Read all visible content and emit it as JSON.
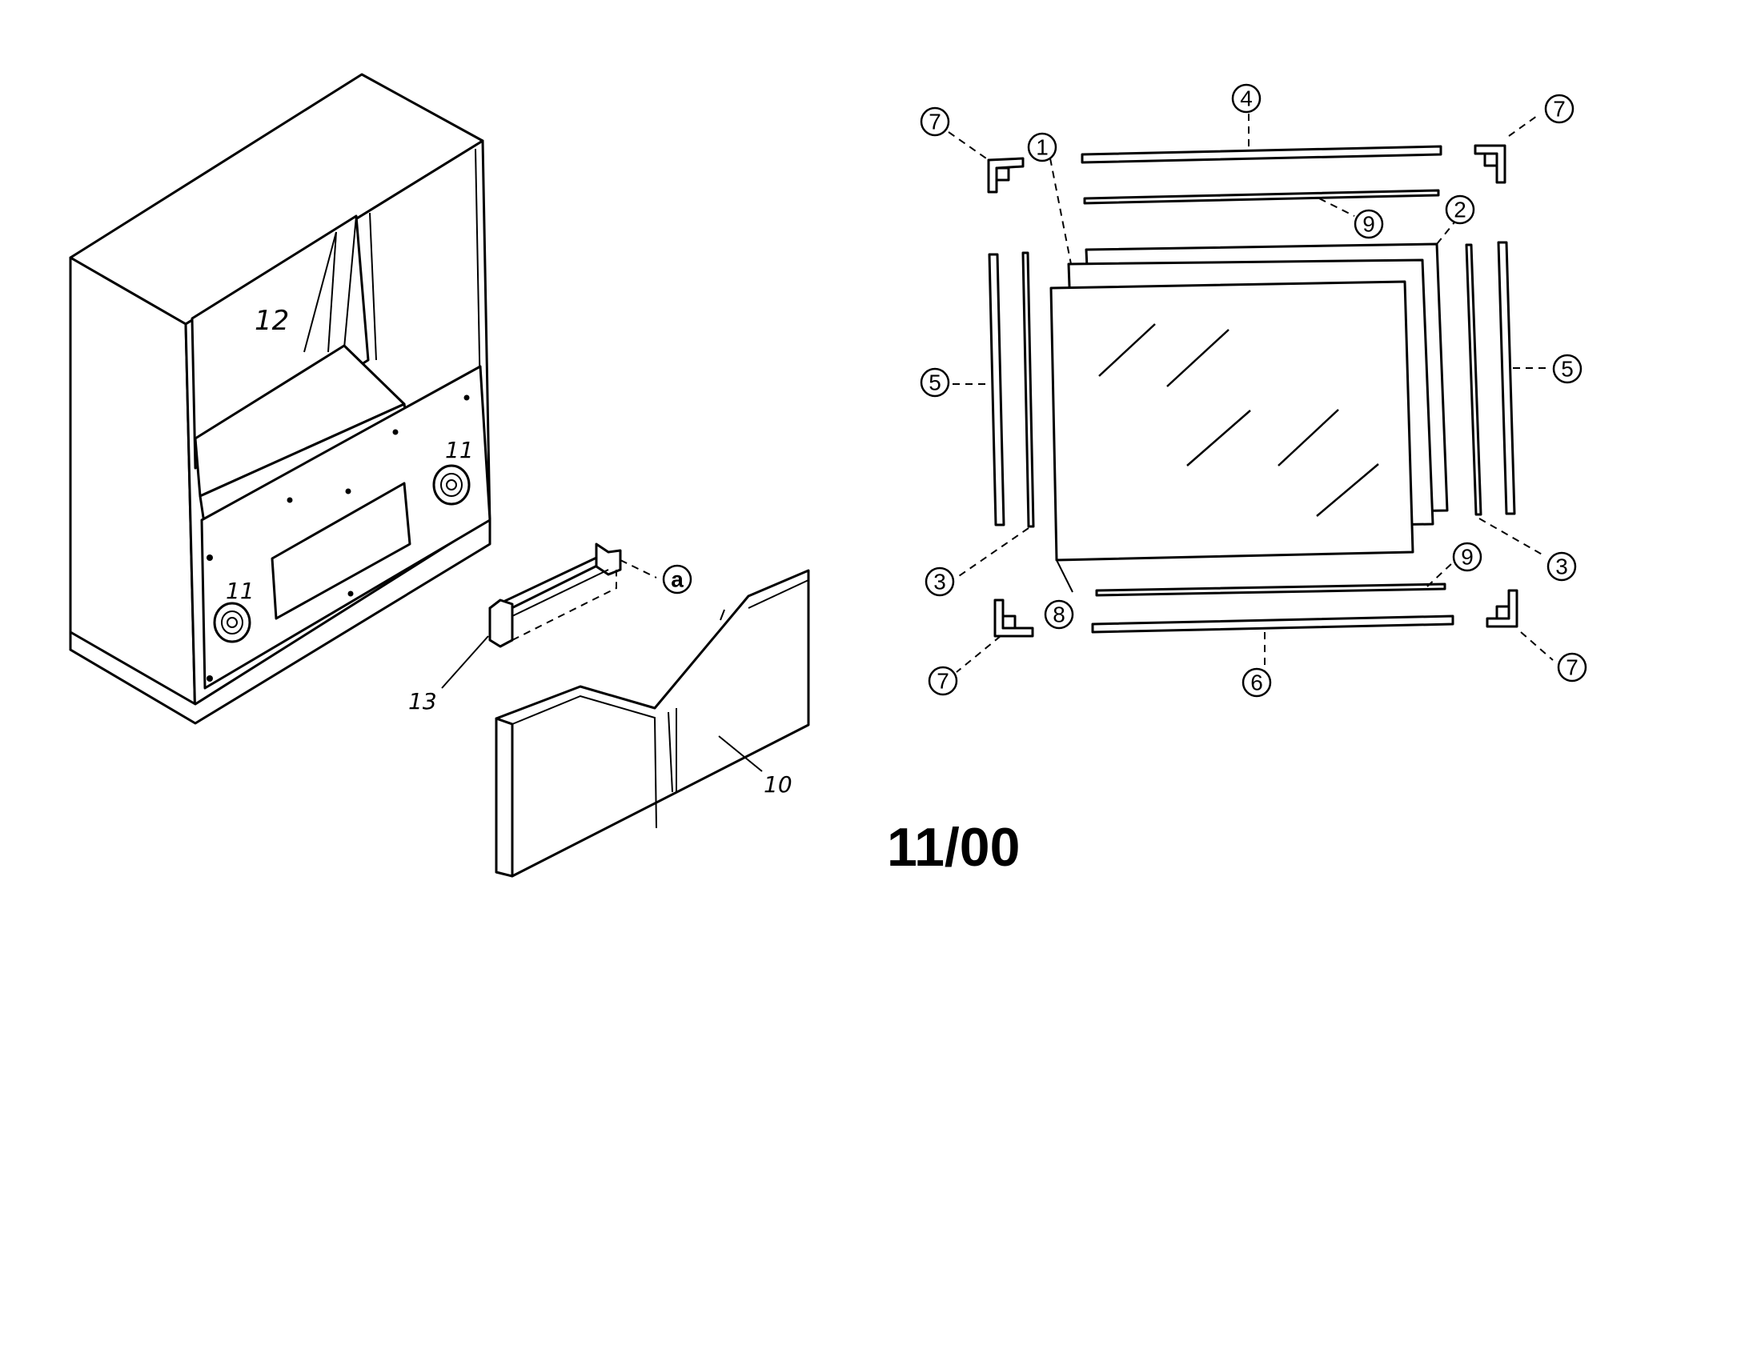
{
  "diagram_code": "11/00",
  "hand_labels": {
    "cabinet_top_opening": "12",
    "speaker_left": "11",
    "speaker_right": "11",
    "bracket": "13",
    "front_panel": "10"
  },
  "callouts": {
    "corner_tl": "7",
    "corner_tr": "7",
    "corner_bl": "7",
    "corner_br": "7",
    "screen_front": "1",
    "screen_back": "2",
    "top_strip": "4",
    "top_inner_strip": "9",
    "bottom_inner_strip": "9",
    "bottom_strip": "6",
    "left_outer_rail": "5",
    "right_outer_rail": "5",
    "left_inner_rail": "3",
    "right_inner_rail": "3",
    "screen_panel": "8",
    "bracket_ref": "a"
  }
}
